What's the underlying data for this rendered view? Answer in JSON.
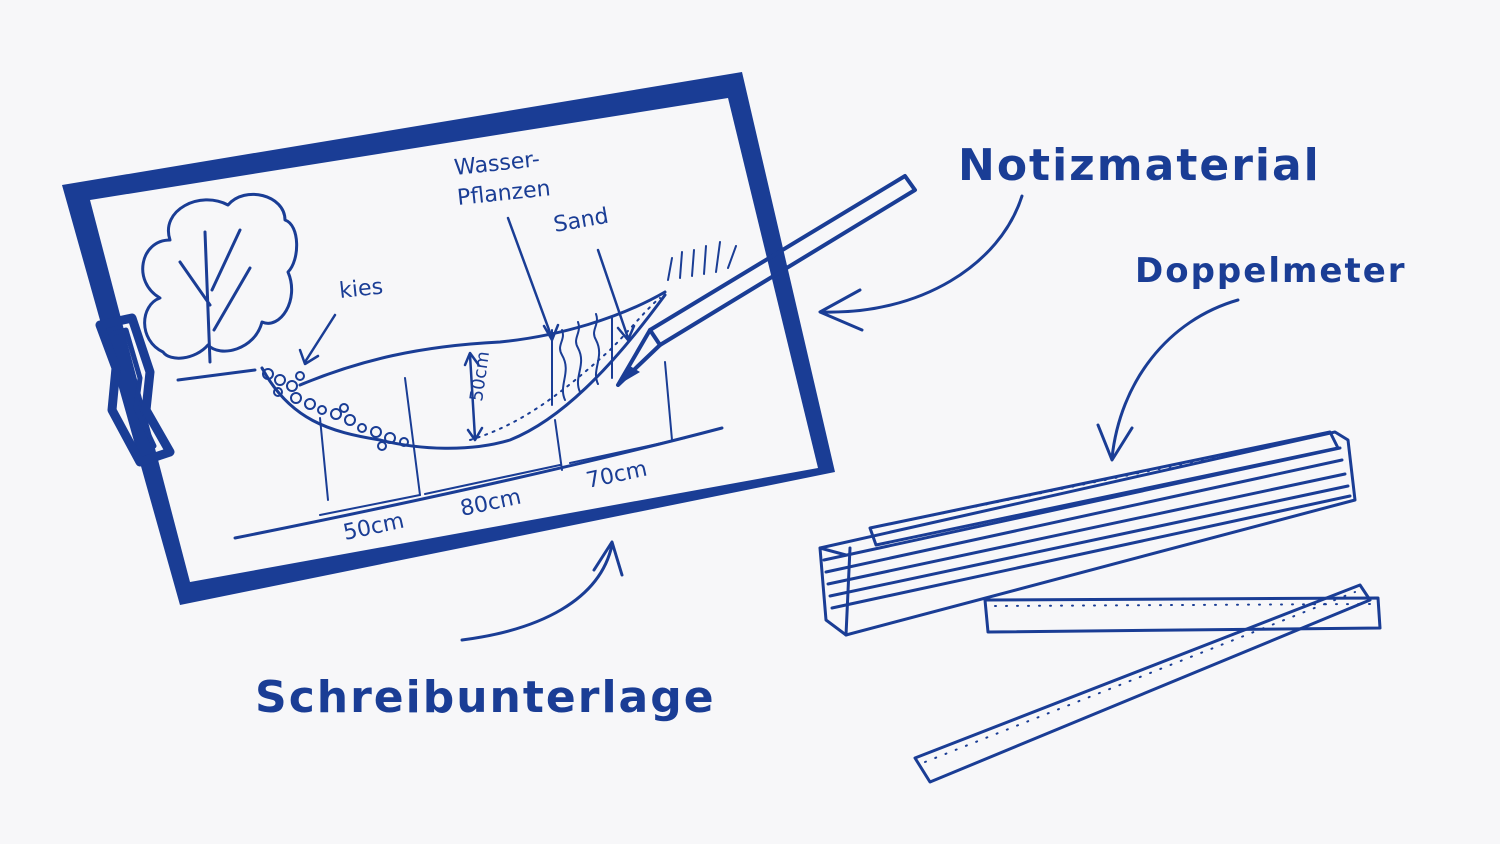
{
  "colors": {
    "background": "#f7f7f9",
    "ink": "#1a3d95"
  },
  "labels": {
    "notizmaterial": "Notizmaterial",
    "doppelmeter": "Doppelmeter",
    "schreibunterlage": "Schreibunterlage"
  },
  "sketch": {
    "kies": "kies",
    "wasser": "Wasser-",
    "pflanzen": "Pflanzen",
    "sand": "Sand",
    "depth": "50cm",
    "width_left": "50cm",
    "width_middle": "80cm",
    "width_right": "70cm"
  },
  "icons": {
    "clipboard": "clipboard-icon",
    "pencil": "pencil-icon",
    "folding_ruler": "folding-ruler-icon",
    "tree": "tree-icon"
  }
}
